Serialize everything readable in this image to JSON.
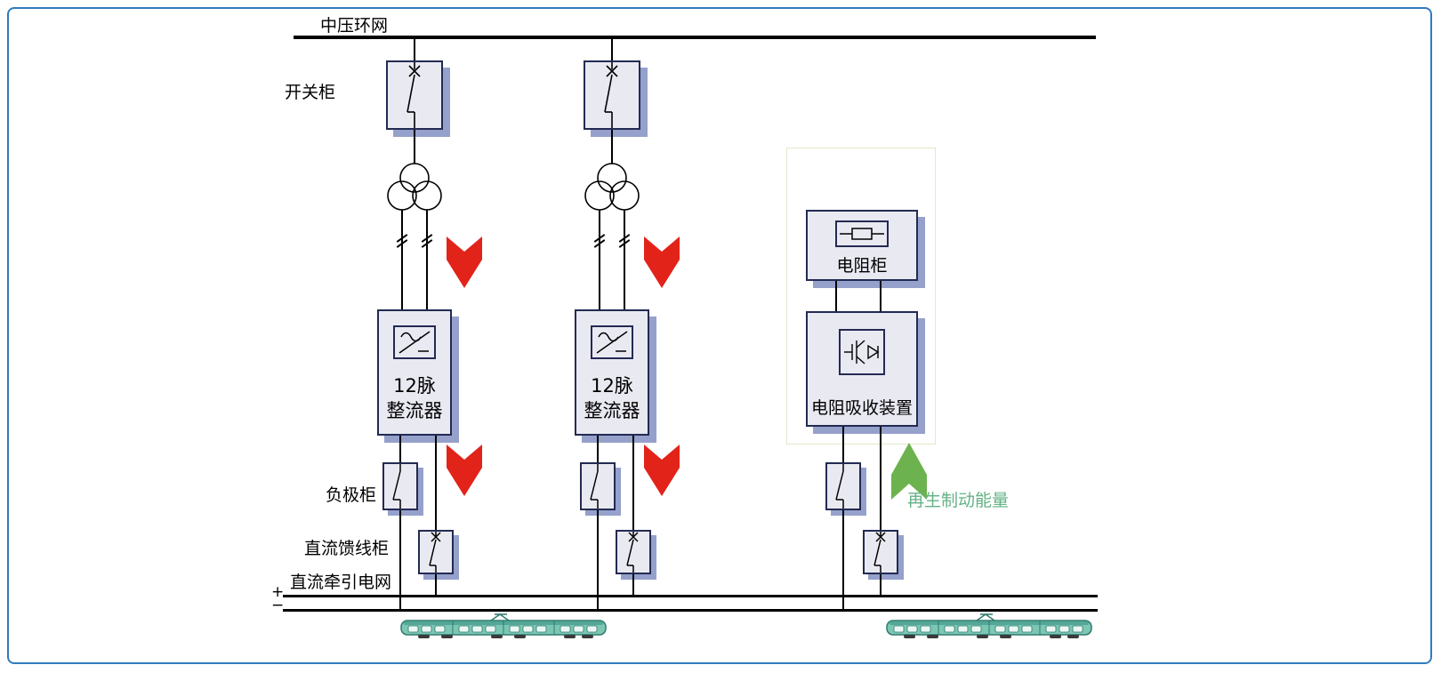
{
  "labels": {
    "mv_ring": "中压环网",
    "switchgear": "开关柜",
    "rectifier_line1": "12脉",
    "rectifier_line2": "整流器",
    "negative_cabinet": "负极柜",
    "dc_feeder_cabinet": "直流馈线柜",
    "dc_traction_network": "直流牵引电网",
    "plus": "+",
    "minus": "−",
    "resistor_cabinet": "电阻柜",
    "resistor_absorber": "电阻吸收装置",
    "regen_energy": "再生制动能量"
  },
  "colors": {
    "frame_border": "#2e7bbf",
    "box_fill": "#e9e9f2",
    "box_border": "#232a52",
    "box_shadow": "#95a0cb",
    "wire": "#000000",
    "red_arrow": "#e2231a",
    "green_arrow": "#6cb24e",
    "green_text": "#64b286",
    "tram_body": "#7cc7b4",
    "regen_frame_border": "#dfe9c8"
  }
}
